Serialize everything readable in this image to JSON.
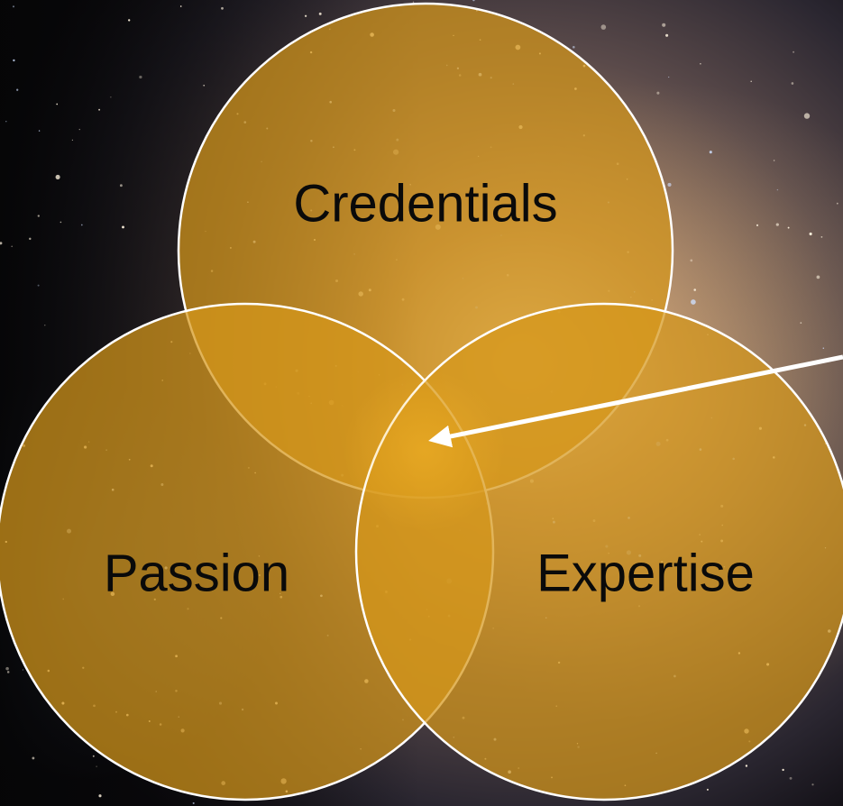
{
  "diagram": {
    "type": "venn",
    "circles": [
      {
        "id": "credentials",
        "label": "Credentials"
      },
      {
        "id": "passion",
        "label": "Passion"
      },
      {
        "id": "expertise",
        "label": "Expertise"
      }
    ],
    "arrow": {
      "points_to": "center-intersection",
      "color": "#ffffff"
    },
    "colors": {
      "circle_fill": "#d89a1c",
      "circle_stroke": "#ffffff",
      "label_text": "#0a0a0a",
      "background": "#0b0a0c"
    }
  }
}
